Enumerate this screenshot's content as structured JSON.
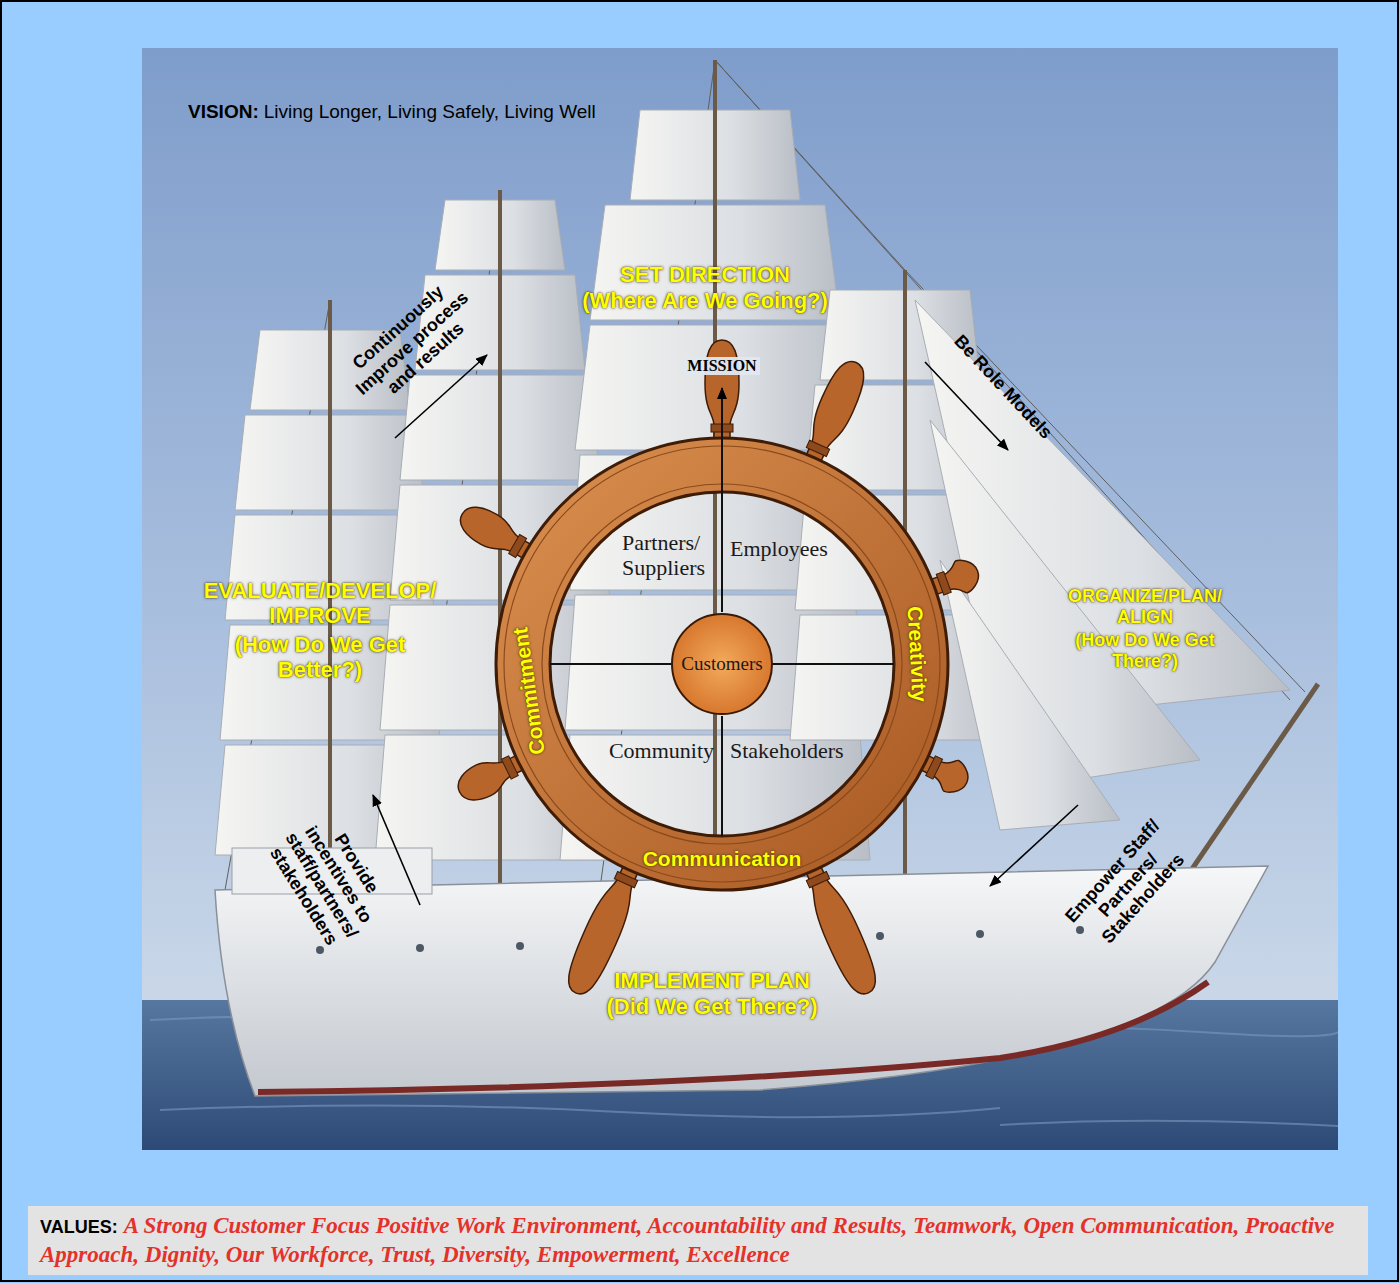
{
  "diagram": {
    "nodes": [
      {
        "text": [
          "Commitment",
          "Creativity",
          "Communication",
          "Partners/ Suppliers",
          "Employees",
          "Community",
          "Stakeholders"
        ]
      },
      {
        "text": [
          "Customers"
        ],
        "in": 0
      },
      {
        "text": [
          "VALUES:",
          "A Strong Customer Focus Positive Work Environment, Accountability and Results, Teamwork, Open Communication, Proactive Approach, Dignity, Our Workforce, Trust, Diversity, Empowerment, Excellence"
        ]
      }
    ],
    "labels": [
      "VISION:",
      "Living Longer, Living Safely, Living Well",
      "SET DIRECTION",
      "(Where Are We Going?)",
      "MISSION",
      "Continuously Improve process and results",
      "Be Role Models",
      "EVALUATE/DEVELOP/ IMPROVE",
      "(How Do We Get Better?)",
      "ORGANIZE/PLAN/ ALIGN",
      "(How Do We Get There?)",
      "Provide incentives to staff/partners/ stakeholders",
      "Empower Staff/ Partners/ Stakeholders",
      "IMPLEMENT PLAN",
      "(Did We Get There?)"
    ]
  }
}
